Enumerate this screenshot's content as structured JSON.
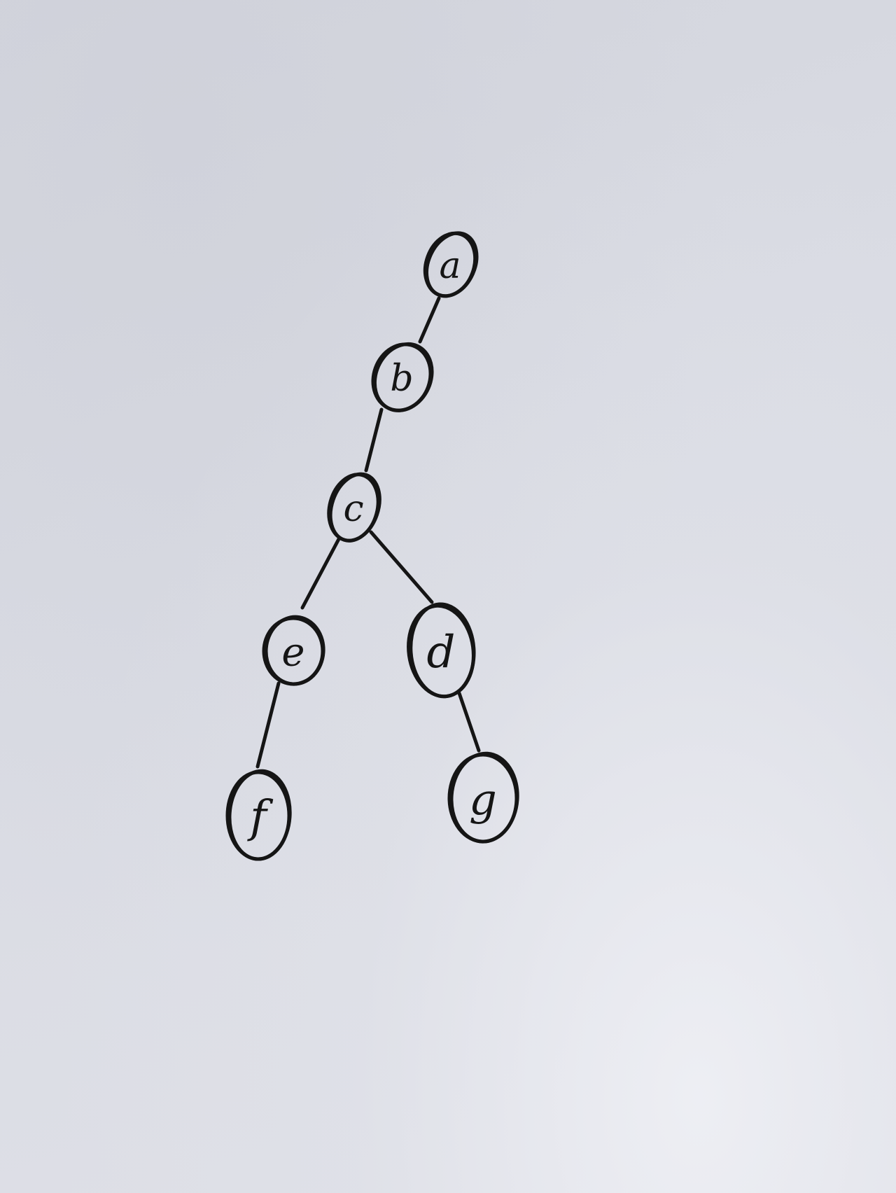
{
  "nodes": [
    {
      "id": "a",
      "label": "a"
    },
    {
      "id": "b",
      "label": "b"
    },
    {
      "id": "c",
      "label": "c"
    },
    {
      "id": "e",
      "label": "e"
    },
    {
      "id": "d",
      "label": "d"
    },
    {
      "id": "f",
      "label": "f"
    },
    {
      "id": "g",
      "label": "g"
    }
  ],
  "edges": [
    {
      "from": "a",
      "to": "b"
    },
    {
      "from": "b",
      "to": "c"
    },
    {
      "from": "c",
      "to": "e"
    },
    {
      "from": "c",
      "to": "d"
    },
    {
      "from": "e",
      "to": "f"
    },
    {
      "from": "d",
      "to": "g"
    }
  ],
  "colors": {
    "ink": "#151515",
    "paper": "#d9dbe3"
  }
}
